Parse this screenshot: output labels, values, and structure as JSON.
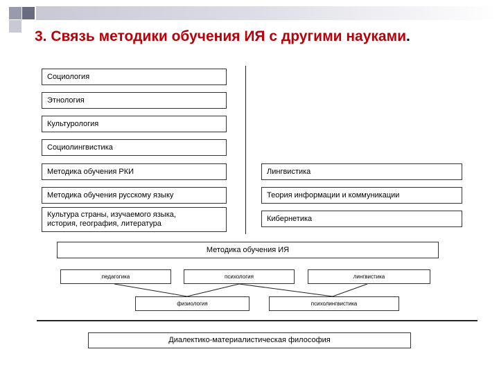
{
  "slide": {
    "title": "3. Связь методики обучения ИЯ с другими науками",
    "title_end": "."
  },
  "left_column": [
    "Социология",
    "Этнология",
    "Культурология",
    "Социолингвистика",
    "Методика обучения РКИ",
    "Методика обучения русскому языку"
  ],
  "left_column_multiline": {
    "line1": "Культура страны, изучаемого языка,",
    "line2": "история, география, литература"
  },
  "right_column": [
    "Лингвистика",
    "Теория информации и коммуникации",
    "Кибернетика"
  ],
  "center_box": "Методика обучения ИЯ",
  "disciplines_row1": [
    "педагогика",
    "психология",
    "лингвистика"
  ],
  "disciplines_row2": [
    "физиология",
    "психолингвистика"
  ],
  "foundation_box": "Диалектико-материалистическая философия",
  "colors": {
    "title": "#b8000a",
    "decor_dark": "#6b6b80",
    "decor_light": "#c9c9d6",
    "border": "#333333"
  }
}
